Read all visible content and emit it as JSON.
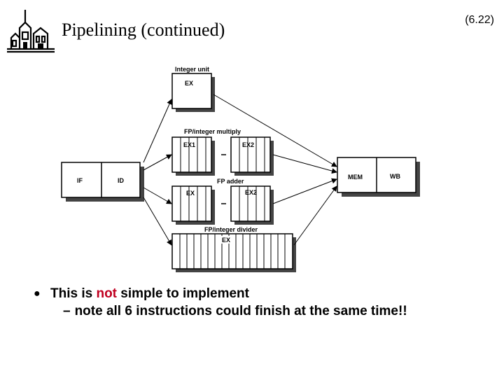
{
  "slide": {
    "title": "Pipelining (continued)",
    "number": "(6.22)"
  },
  "logo": {
    "icon": "campus-building-icon"
  },
  "diagram": {
    "stages": {
      "if": "IF",
      "id": "ID",
      "mem": "MEM",
      "wb": "WB"
    },
    "units": {
      "integer": {
        "title": "Integer unit",
        "stages": [
          "EX"
        ]
      },
      "multiply": {
        "title": "FP/integer multiply",
        "stages": [
          "EX1",
          "EX2"
        ]
      },
      "adder": {
        "title": "FP adder",
        "stages": [
          "EX",
          "EX2"
        ]
      },
      "divider": {
        "title": "FP/integer divider",
        "stages": [
          "EX"
        ]
      }
    }
  },
  "bullets": [
    {
      "prefix": "This is ",
      "highlight": "not",
      "suffix": " simple to implement",
      "highlight_color": "#c00020",
      "sub": {
        "dash": "–",
        "text": "note all 6 instructions could finish at the same time!!"
      }
    }
  ]
}
